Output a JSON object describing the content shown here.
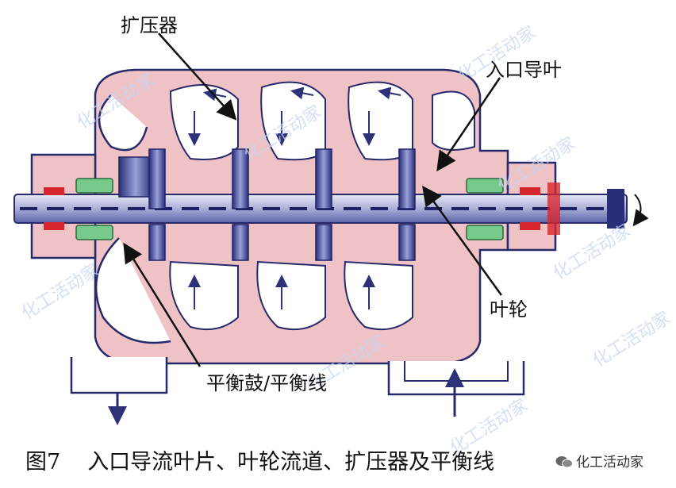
{
  "labels": {
    "diffuser": "扩压器",
    "inlet_guide_vane": "入口导叶",
    "impeller": "叶轮",
    "balance_drum": "平衡鼓/平衡线"
  },
  "caption": {
    "number": "图7",
    "text": "入口导流叶片、叶轮流道、扩压器及平衡线"
  },
  "watermark": "化工活动家",
  "brand": "化工活动家",
  "colors": {
    "casing": "#efc3c6",
    "outline": "#27296b",
    "shaft": "#b9bedf",
    "seal_green": "#77c98c",
    "seal_red": "#d8262e",
    "impeller_blue": "#3a3f8c"
  }
}
